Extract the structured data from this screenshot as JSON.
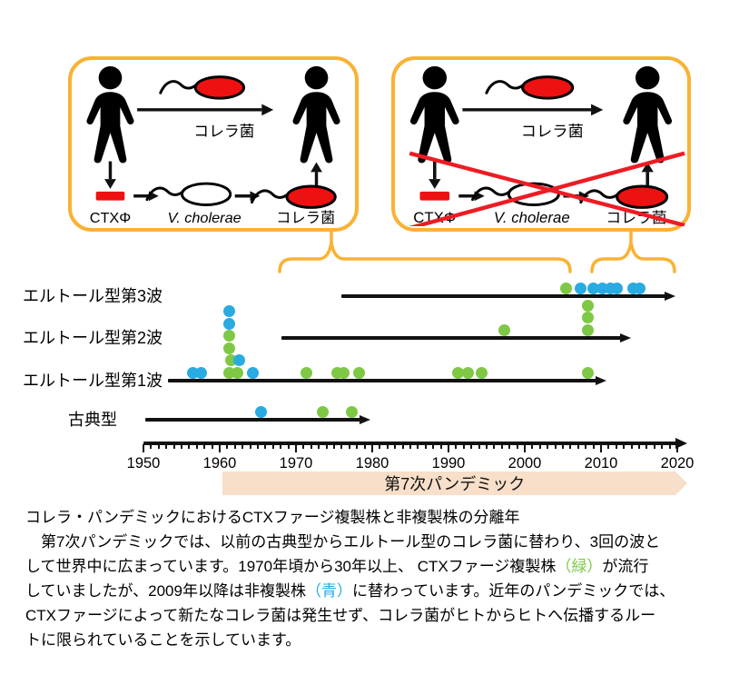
{
  "figure": {
    "panels": {
      "left": {
        "transmission_label": "コレラ菌",
        "phage_label": "CTXΦ",
        "species_label": "V. cholerae",
        "product_label": "コレラ菌",
        "crossed_out": false
      },
      "right": {
        "transmission_label": "コレラ菌",
        "phage_label": "CTXΦ",
        "species_label": "V. cholerae",
        "product_label": "コレラ菌",
        "crossed_out": true
      }
    }
  },
  "colors": {
    "green": "#7EC845",
    "blue": "#29ABE2",
    "red": "#EE1111",
    "orange": "#F9B233",
    "cross_red": "#ED1C24",
    "band_fill": "#F8DFC9"
  },
  "chart_data": {
    "type": "scatter",
    "title": "コレラ・パンデミックにおけるCTXファージ複製株と非複製株の分離年",
    "x_axis": {
      "min": 1950,
      "max": 2020,
      "tick_labels": [
        "1950",
        "1960",
        "1970",
        "1980",
        "1990",
        "2000",
        "2010",
        "2020"
      ],
      "minor_tick_interval_years": 1,
      "major_tick_interval_years": 10
    },
    "rows": [
      {
        "label": "エルトール型第3波",
        "line": [
          1976.0,
          2019.8
        ]
      },
      {
        "label": "エルトール型第2波",
        "line": [
          1968.1,
          2013.9
        ]
      },
      {
        "label": "エルトール型第1波",
        "line": [
          1953.2,
          2010.7
        ]
      },
      {
        "label": "古典型",
        "line": [
          1950.2,
          1979.8
        ]
      }
    ],
    "points_format": "[row_index, year, stack_level]",
    "series": [
      {
        "name": "CTXファージ複製株",
        "color_key": "green",
        "color": "#7EC845",
        "points": [
          [
            0,
            2005.4,
            0
          ],
          [
            1,
            1997.3,
            0
          ],
          [
            1,
            2008.3,
            0
          ],
          [
            1,
            2008.3,
            1
          ],
          [
            1,
            2008.3,
            2
          ],
          [
            2,
            1961.2,
            0
          ],
          [
            2,
            1962.3,
            0
          ],
          [
            2,
            1961.5,
            1
          ],
          [
            2,
            1961.3,
            2
          ],
          [
            2,
            1961.3,
            3
          ],
          [
            2,
            1971.4,
            0
          ],
          [
            2,
            1975.4,
            0
          ],
          [
            2,
            1976.3,
            0
          ],
          [
            2,
            1978.3,
            0
          ],
          [
            2,
            1991.3,
            0
          ],
          [
            2,
            1992.5,
            0
          ],
          [
            2,
            1994.3,
            0
          ],
          [
            2,
            2008.3,
            0
          ],
          [
            3,
            1973.5,
            0
          ],
          [
            3,
            1977.3,
            0
          ]
        ]
      },
      {
        "name": "非複製株",
        "color_key": "blue",
        "color": "#29ABE2",
        "points": [
          [
            0,
            2007.3,
            0
          ],
          [
            0,
            2009.0,
            0
          ],
          [
            0,
            2010.2,
            0
          ],
          [
            0,
            2011.2,
            0
          ],
          [
            0,
            2012.1,
            0
          ],
          [
            0,
            2014.2,
            0
          ],
          [
            0,
            2015.1,
            0
          ],
          [
            2,
            1956.5,
            0
          ],
          [
            2,
            1957.6,
            0
          ],
          [
            2,
            1964.3,
            0
          ],
          [
            2,
            1962.6,
            1
          ],
          [
            2,
            1961.3,
            4
          ],
          [
            2,
            1961.3,
            5
          ],
          [
            3,
            1965.4,
            0
          ]
        ]
      }
    ],
    "era_band": {
      "label": "第7次パンデミック",
      "from": 1960.3,
      "to": 2020
    },
    "legend_position": "none"
  },
  "caption": {
    "title": "コレラ・パンデミックにおけるCTXファージ複製株と非複製株の分離年",
    "line2": "　第7次パンデミックでは、以前の古典型からエルトール型のコレラ菌に替わり、3回の波と",
    "line3_pre": "して世界中に広まっています。1970年頃から30年以上、 CTXファージ複製株",
    "line3_green": "（緑）",
    "line3_post": "が流行",
    "line4_pre": "していましたが、2009年以降は非複製株",
    "line4_blue": "（青）",
    "line4_post": "に替わっています。近年のパンデミックでは、",
    "line5": "CTXファージによって新たなコレラ菌は発生せず、コレラ菌がヒトからヒトへ伝播するルー",
    "line6": "トに限られていることを示しています。"
  }
}
